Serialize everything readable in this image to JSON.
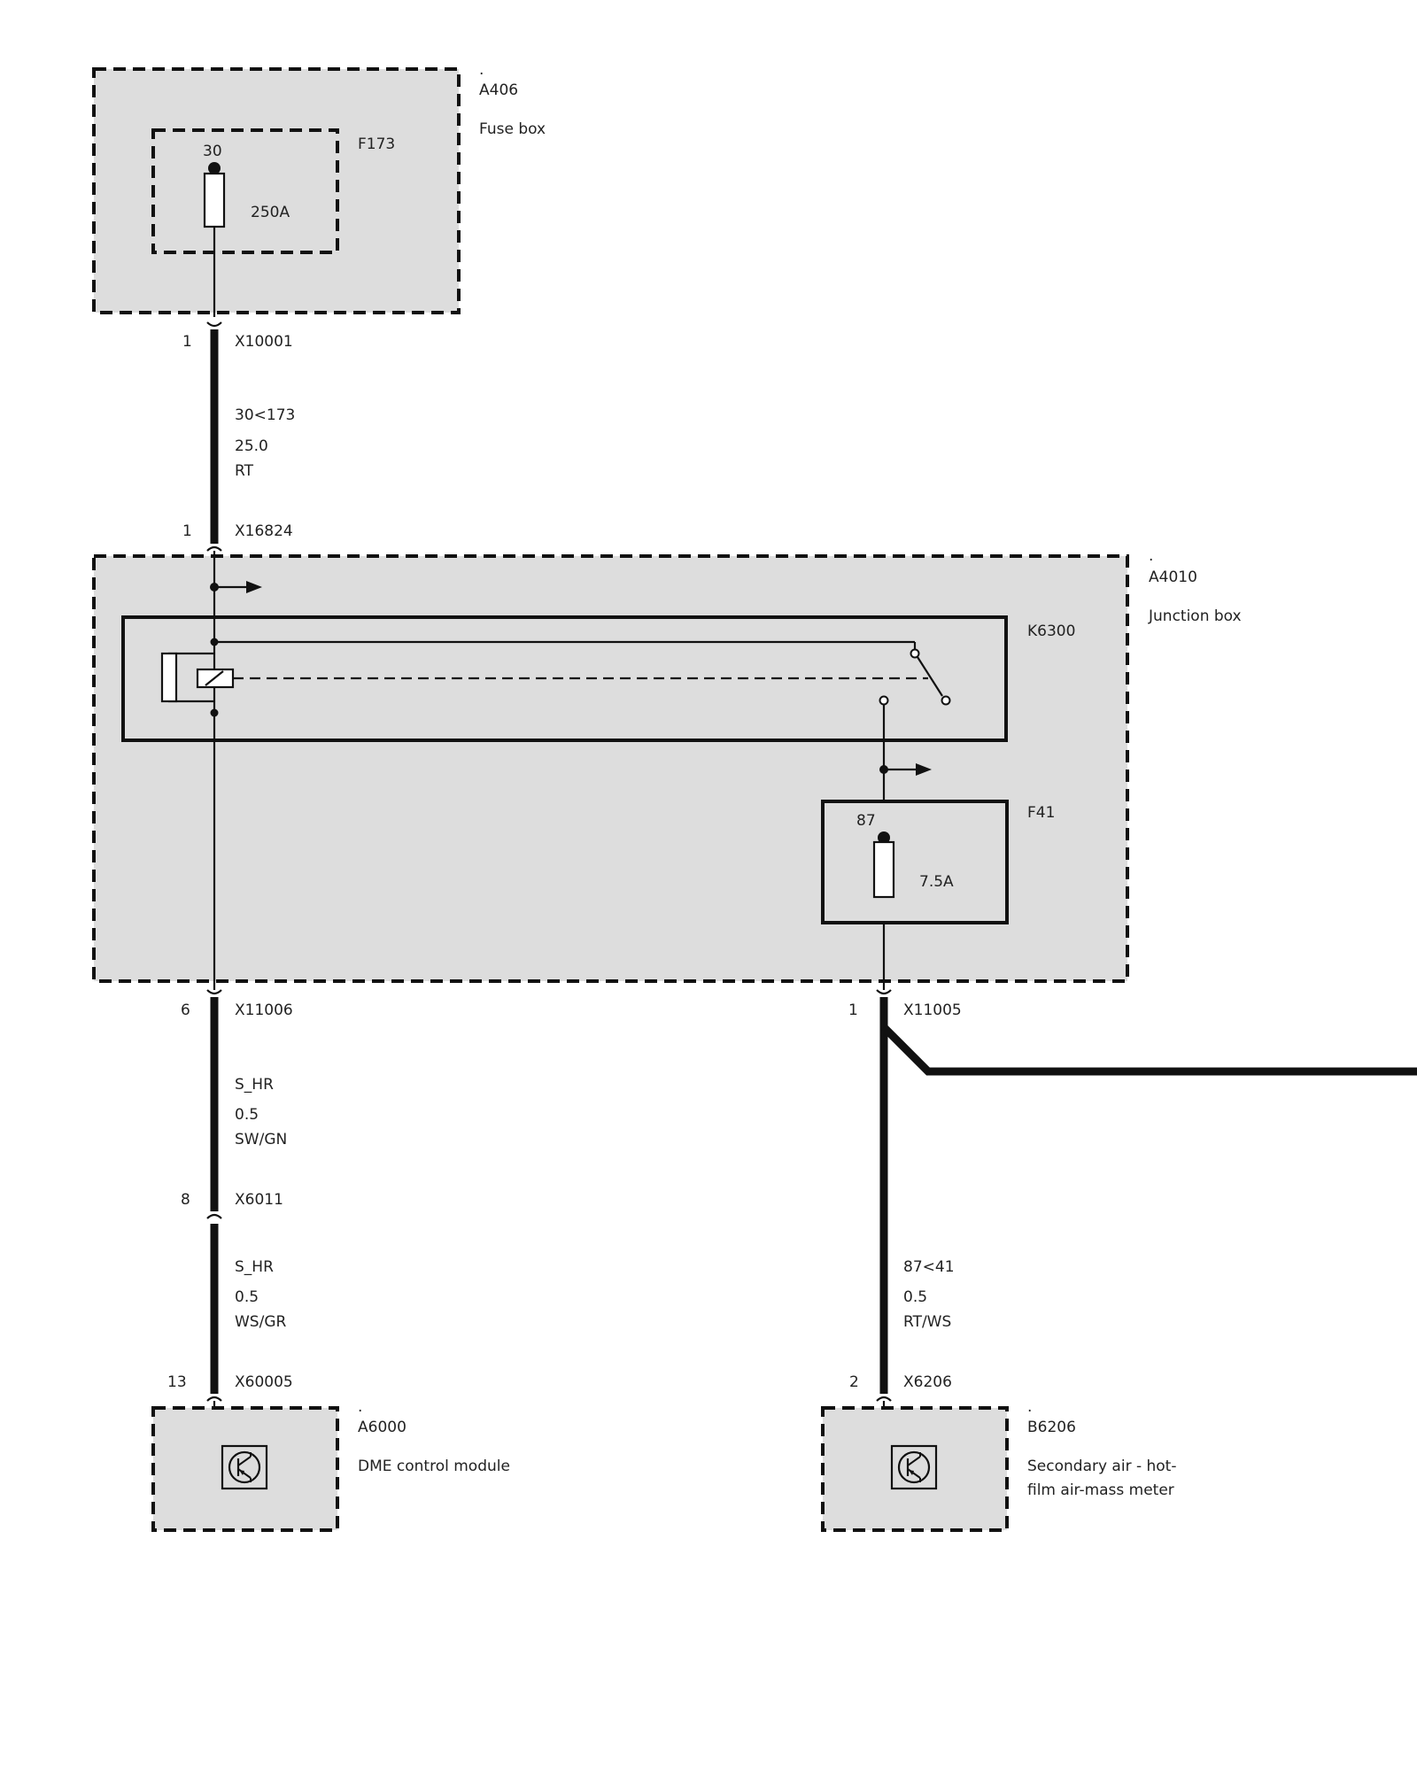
{
  "colors": {
    "line": "#111111",
    "box_fill": "#dddddd",
    "background": "#ffffff"
  },
  "components": {
    "a406": {
      "dot": ".",
      "id": "A406",
      "name": "Fuse box"
    },
    "f173": {
      "id": "F173",
      "pin": "30",
      "rating": "250A"
    },
    "a4010": {
      "dot": ".",
      "id": "A4010",
      "name": "Junction box"
    },
    "k6300": {
      "id": "K6300"
    },
    "f41": {
      "id": "F41",
      "pin": "87",
      "rating": "7.5A"
    },
    "a6000": {
      "dot": ".",
      "id": "A6000",
      "name": "DME control module"
    },
    "b6206": {
      "dot": ".",
      "id": "B6206",
      "name_line1": "Secondary air - hot-",
      "name_line2": "film air-mass meter"
    }
  },
  "connectors": {
    "x10001": {
      "pin": "1",
      "id": "X10001"
    },
    "x16824": {
      "pin": "1",
      "id": "X16824"
    },
    "x11006": {
      "pin": "6",
      "id": "X11006"
    },
    "x11005": {
      "pin": "1",
      "id": "X11005"
    },
    "x6011": {
      "pin": "8",
      "id": "X6011"
    },
    "x60005": {
      "pin": "13",
      "id": "X60005"
    },
    "x6206": {
      "pin": "2",
      "id": "X6206"
    }
  },
  "wires": {
    "w1": {
      "signal": "30<173",
      "size": "25.0",
      "color": "RT"
    },
    "w2": {
      "signal": "S_HR",
      "size": "0.5",
      "color": "SW/GN"
    },
    "w3": {
      "signal": "S_HR",
      "size": "0.5",
      "color": "WS/GR"
    },
    "w4": {
      "signal": "87<41",
      "size": "0.5",
      "color": "RT/WS"
    }
  }
}
